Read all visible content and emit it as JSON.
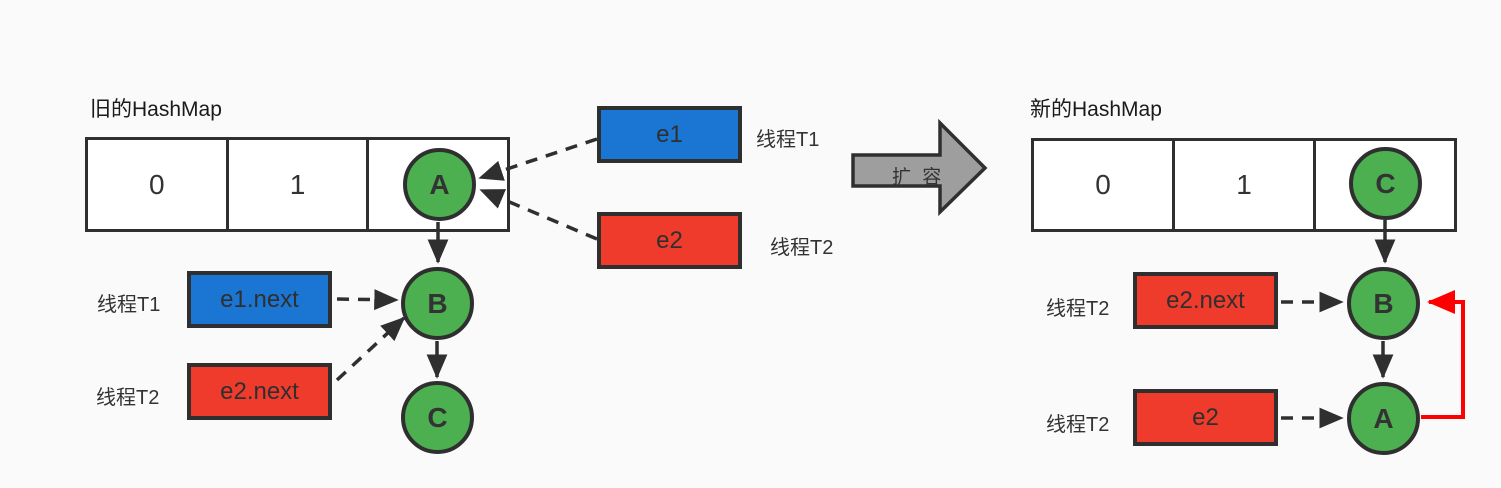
{
  "colors": {
    "node-green": "#4caf50",
    "box-blue": "#1a76d2",
    "box-red": "#ef3b2c",
    "link-red": "#ff0000",
    "stroke-dark": "#2f2f2f",
    "gray-arrow": "#9e9e9e",
    "canvas-bg": "#fafafa",
    "text-dark": "#333333"
  },
  "old_hashmap": {
    "title": "旧的HashMap",
    "buckets": [
      "0",
      "1"
    ],
    "node_a": "A",
    "node_b": "B",
    "node_c": "C",
    "e1": {
      "label": "e1",
      "thread": "线程T1"
    },
    "e2": {
      "label": "e2",
      "thread": "线程T2"
    },
    "e1_next": {
      "label": "e1.next",
      "thread": "线程T1"
    },
    "e2_next": {
      "label": "e2.next",
      "thread": "线程T2"
    }
  },
  "resize": {
    "label": "扩 容"
  },
  "new_hashmap": {
    "title": "新的HashMap",
    "buckets": [
      "0",
      "1"
    ],
    "node_c": "C",
    "node_b": "B",
    "node_a": "A",
    "e2_next": {
      "label": "e2.next",
      "thread": "线程T2"
    },
    "e2": {
      "label": "e2",
      "thread": "线程T2"
    }
  }
}
